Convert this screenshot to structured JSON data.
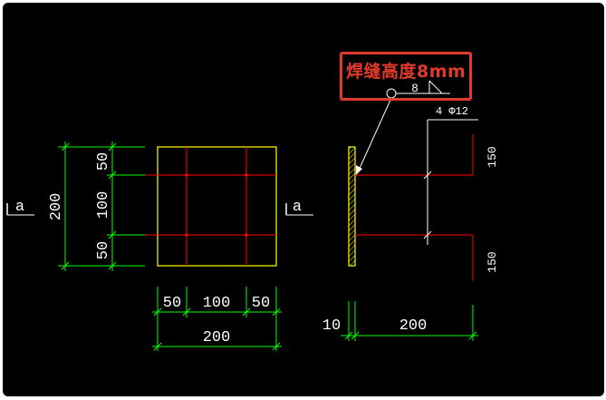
{
  "annotation": {
    "text": "焊缝高度8mm"
  },
  "weld_symbol": {
    "size_label": "8"
  },
  "section_marks": {
    "left": "a",
    "right": "a"
  },
  "plate": {
    "height_dims": [
      "50",
      "100",
      "50"
    ],
    "height_total": "200",
    "width_dims": [
      "50",
      "100",
      "50"
    ],
    "width_total": "200"
  },
  "side_view": {
    "rebar_label": "4 Φ12",
    "anchor_dims": [
      "150",
      "150"
    ],
    "thickness_dim": "10",
    "length_dim": "200"
  },
  "colors": {
    "background": "#000000",
    "plate_outline": "#ffff00",
    "rebar": "#ff0000",
    "dimension": "#00ff00",
    "text": "#ffffff",
    "highlight": "#e23a2a"
  }
}
